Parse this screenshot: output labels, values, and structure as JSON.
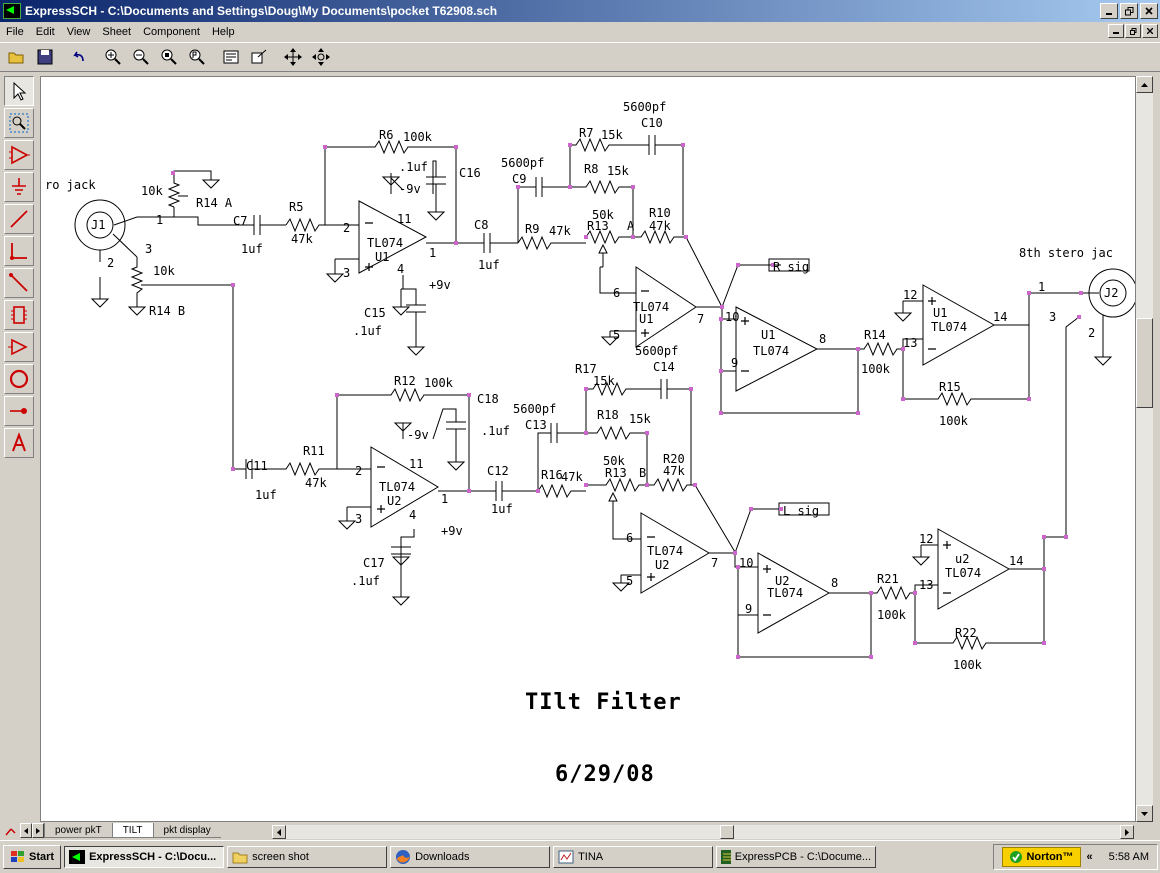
{
  "window": {
    "title": "ExpressSCH - C:\\Documents and Settings\\Doug\\My Documents\\pocket T62908.sch"
  },
  "menu": [
    "File",
    "Edit",
    "View",
    "Sheet",
    "Component",
    "Help"
  ],
  "sheet_tabs": [
    {
      "label": "power pkT",
      "active": false
    },
    {
      "label": "TILT",
      "active": true
    },
    {
      "label": "pkt display",
      "active": false
    }
  ],
  "schematic": {
    "title": "TIlt Filter",
    "date": "6/29/08",
    "labels": {
      "ro_jack": "ro jack",
      "stereo_jack": "8th stero jac",
      "j1": "J1",
      "j2": "J2",
      "r14a": "R14 A",
      "r14b": "R14 B",
      "v10k": "10k",
      "c7": "C7",
      "c11": "C11",
      "c8": "C8",
      "c12": "C12",
      "c9": "C9",
      "c13": "C13",
      "c10": "C10",
      "c14": "C14",
      "c15": "C15",
      "c16": "C16",
      "c17": "C17",
      "c18": "C18",
      "r5": "R5",
      "r11": "R11",
      "r6": "R6",
      "r12": "R12",
      "r7": "R7",
      "r17": "R17",
      "r8": "R8",
      "r18": "R18",
      "r9": "R9",
      "r16": "R16",
      "r10": "R10",
      "r20": "R20",
      "r13": "R13",
      "r13a": "A",
      "r13b": "B",
      "r14": "R14",
      "r15": "R15",
      "r21": "R21",
      "r22": "R22",
      "v47k": "47k",
      "v100k": "100k",
      "v15k": "15k",
      "v50k": "50k",
      "v1uf": "1uf",
      "vdot1uf": ".1uf",
      "v5600pf": "5600pf",
      "tl074": "TL074",
      "u1": "U1",
      "u2": "U2",
      "u2l": "u2",
      "pos9v": "+9v",
      "neg9v": "-9v",
      "rsig": "R sig",
      "lsig": "L sig"
    }
  },
  "taskbar": {
    "start": "Start",
    "items": [
      {
        "label": "ExpressSCH - C:\\Docu...",
        "active": true
      },
      {
        "label": "screen shot",
        "active": false
      },
      {
        "label": "Downloads",
        "active": false
      },
      {
        "label": "TINA",
        "active": false
      },
      {
        "label": "ExpressPCB - C:\\Docume...",
        "active": false
      }
    ],
    "norton": "Norton™",
    "tray_arrow": "«",
    "clock": "5:58 AM"
  },
  "colors": {
    "titlebar_start": "#0a246a",
    "titlebar_end": "#a6caf0",
    "junction": "#cc66cc",
    "tool_red": "#cc0000"
  }
}
